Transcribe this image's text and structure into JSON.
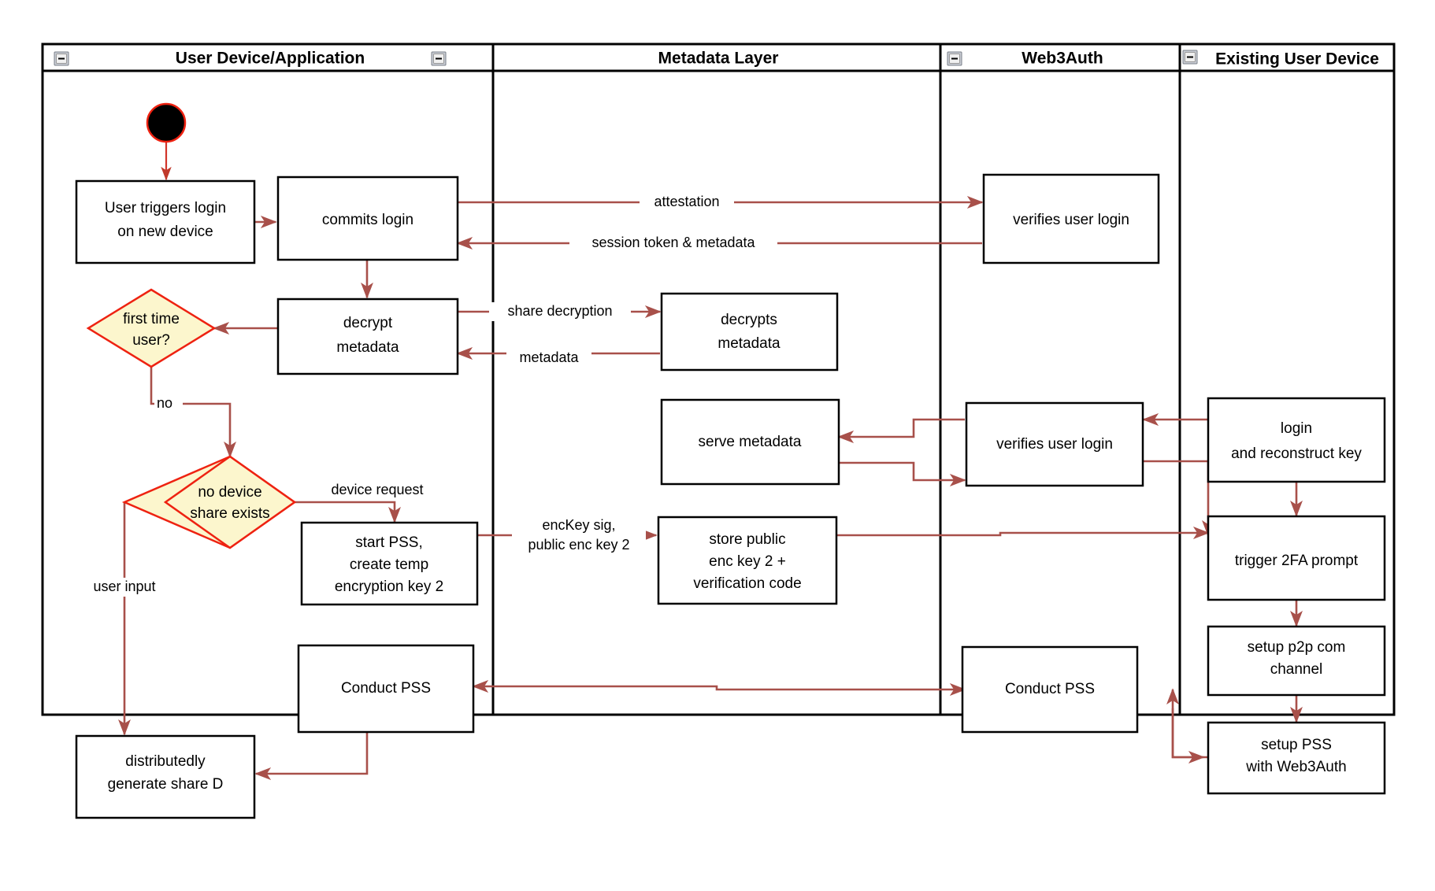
{
  "diagram": {
    "kind": "uml-activity-swimlane",
    "title": "Web3Auth new-device login and PSS key share flow",
    "colors": {
      "flow_arrow": "#a8504a",
      "decision_fill": "#fcf6cd",
      "decision_stroke": "#ee2211",
      "node_fill": "#ffffff",
      "node_stroke": "#000000",
      "lane_stroke": "#000000",
      "start_node_fill": "#000000",
      "start_node_stroke": "#ee2211",
      "canvas": "#ffffff"
    },
    "lanes": [
      {
        "id": "lane-user-device",
        "title": "User Device/Application",
        "collapse_icon": "minus-icon"
      },
      {
        "id": "lane-metadata",
        "title": "Metadata Layer",
        "collapse_icon": "minus-icon"
      },
      {
        "id": "lane-web3auth",
        "title": "Web3Auth",
        "collapse_icon": "minus-icon"
      },
      {
        "id": "lane-existing-device",
        "title": "Existing User Device",
        "collapse_icon": "minus-icon"
      }
    ],
    "nodes": [
      {
        "id": "start",
        "lane": "lane-user-device",
        "type": "initial",
        "label": ""
      },
      {
        "id": "user-triggers-login",
        "lane": "lane-user-device",
        "type": "action",
        "label": "User triggers login\non new device",
        "lines": [
          "User triggers login",
          "on new device"
        ]
      },
      {
        "id": "commits-login",
        "lane": "lane-user-device",
        "type": "action",
        "label": "commits login",
        "lines": [
          "commits login"
        ]
      },
      {
        "id": "decrypt-metadata",
        "lane": "lane-user-device",
        "type": "action",
        "label": "decrypt\nmetadata",
        "lines": [
          "decrypt",
          "metadata"
        ]
      },
      {
        "id": "first-time-user",
        "lane": "lane-user-device",
        "type": "decision",
        "label": "first time\nuser?",
        "lines": [
          "first time",
          "user?"
        ]
      },
      {
        "id": "no-device-share-exists",
        "lane": "lane-user-device",
        "type": "decision",
        "label": "no device\nshare exists",
        "lines": [
          "no device",
          "share exists"
        ]
      },
      {
        "id": "start-pss-create-temp-key",
        "lane": "lane-user-device",
        "type": "action",
        "label": "start PSS,\ncreate temp\nencryption key 2",
        "lines": [
          "start PSS,",
          "create temp",
          "encryption key 2"
        ]
      },
      {
        "id": "conduct-pss-user",
        "lane": "lane-user-device",
        "type": "action",
        "label": "Conduct PSS",
        "lines": [
          "Conduct PSS"
        ]
      },
      {
        "id": "distributedly-generate-share-d",
        "lane": "lane-user-device",
        "type": "action",
        "label": "distributedly\ngenerate share D",
        "lines": [
          "distributedly",
          "generate share D"
        ]
      },
      {
        "id": "decrypts-metadata",
        "lane": "lane-metadata",
        "type": "action",
        "label": "decrypts\nmetadata",
        "lines": [
          "decrypts",
          "metadata"
        ]
      },
      {
        "id": "serve-metadata",
        "lane": "lane-metadata",
        "type": "action",
        "label": "serve metadata",
        "lines": [
          "serve metadata"
        ]
      },
      {
        "id": "store-public-enc-key",
        "lane": "lane-metadata",
        "type": "action",
        "label": "store public\nenc key 2 +\nverification code",
        "lines": [
          "store public",
          "enc key 2 +",
          "verification code"
        ]
      },
      {
        "id": "verifies-user-login-top",
        "lane": "lane-web3auth",
        "type": "action",
        "label": "verifies user login",
        "lines": [
          "verifies user login"
        ]
      },
      {
        "id": "verifies-user-login-mid",
        "lane": "lane-web3auth",
        "type": "action",
        "label": "verifies user login",
        "lines": [
          "verifies user login"
        ]
      },
      {
        "id": "conduct-pss-web3auth",
        "lane": "lane-web3auth",
        "type": "action",
        "label": "Conduct PSS",
        "lines": [
          "Conduct PSS"
        ]
      },
      {
        "id": "login-and-reconstruct-key",
        "lane": "lane-existing-device",
        "type": "action",
        "label": "login\nand reconstruct key",
        "lines": [
          "login",
          "and reconstruct key"
        ]
      },
      {
        "id": "trigger-2fa-prompt",
        "lane": "lane-existing-device",
        "type": "action",
        "label": "trigger 2FA prompt",
        "lines": [
          "trigger 2FA prompt"
        ]
      },
      {
        "id": "setup-p2p-com-channel",
        "lane": "lane-existing-device",
        "type": "action",
        "label": "setup p2p com\nchannel",
        "lines": [
          "setup p2p com",
          "channel"
        ]
      },
      {
        "id": "setup-pss-with-web3auth",
        "lane": "lane-existing-device",
        "type": "action",
        "label": "setup PSS\nwith Web3Auth",
        "lines": [
          "setup PSS",
          "with Web3Auth"
        ]
      }
    ],
    "edge_labels": {
      "attestation": "attestation",
      "session_token_metadata": "session token & metadata",
      "share_decryption": "share decryption",
      "metadata": "metadata",
      "no": "no",
      "device_request": "device request",
      "user_input": "user input",
      "enckey_sig_line1": "encKey sig,",
      "enckey_sig_line2": "public enc key 2"
    }
  }
}
